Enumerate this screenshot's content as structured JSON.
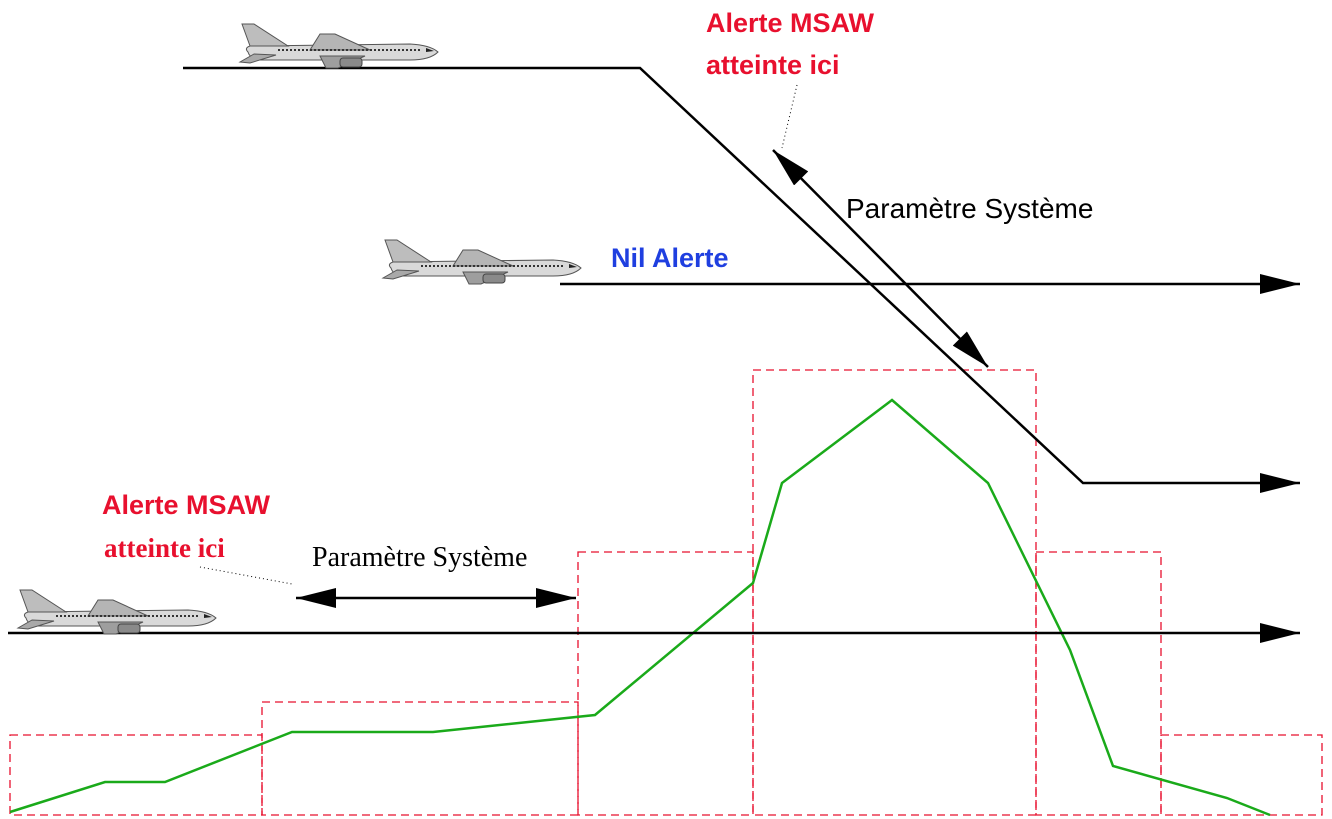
{
  "labels": {
    "top_alert_line1": "Alerte MSAW",
    "top_alert_line2": "atteinte ici",
    "top_param": "Paramètre Système",
    "nil_alert": "Nil Alerte",
    "bottom_alert_line1": "Alerte MSAW",
    "bottom_alert_line2": "atteinte ici",
    "bottom_param": "Paramètre Système"
  },
  "colors": {
    "alert_red": "#e8102e",
    "nil_blue": "#1f3fe0",
    "terrain_green": "#1aaa1a",
    "grid_dashed_red": "#e8102e",
    "path_black": "#000000"
  },
  "icons": {
    "aircraft": "airliner-side-view-icon"
  }
}
